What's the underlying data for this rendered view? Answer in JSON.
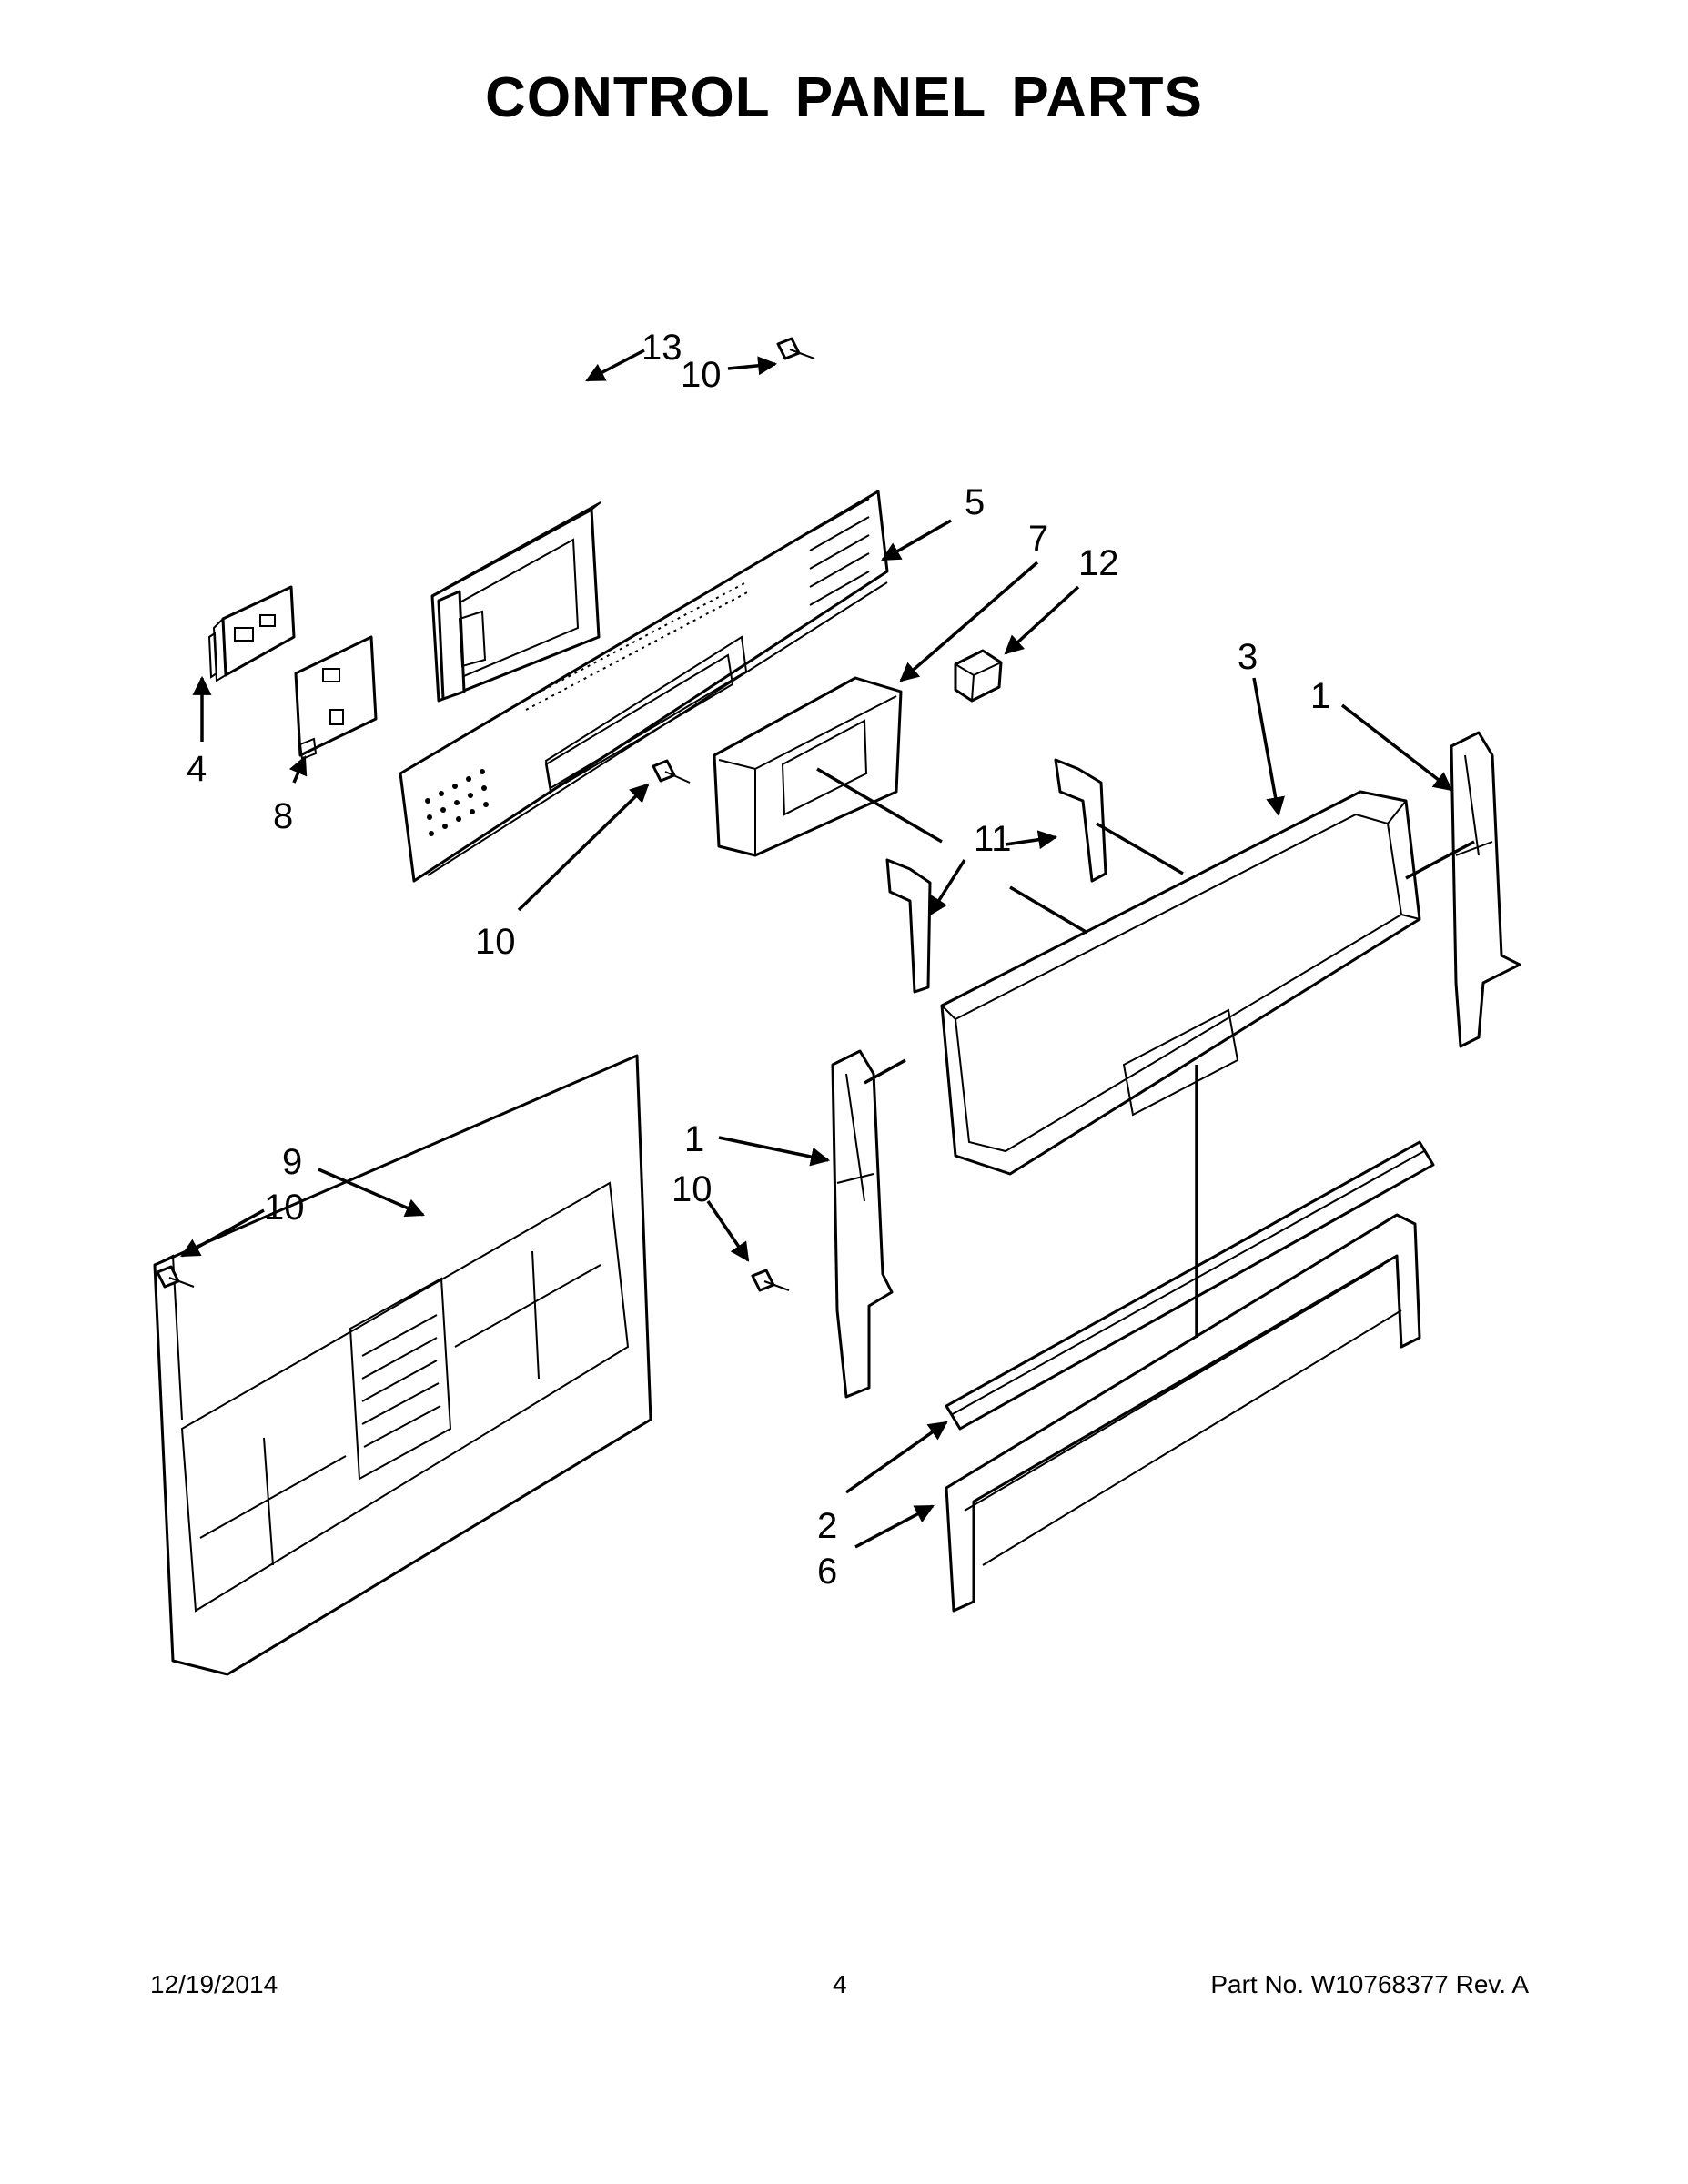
{
  "page": {
    "title": "CONTROL PANEL PARTS",
    "footer_date": "12/19/2014",
    "footer_page": "4",
    "footer_part": "Part No.  W10768377   Rev.  A"
  },
  "callouts": {
    "c13": "13",
    "c10_top": "10",
    "c5": "5",
    "c7": "7",
    "c12": "12",
    "c3": "3",
    "c1_right": "1",
    "c4": "4",
    "c8": "8",
    "c10_mid": "10",
    "c11": "11",
    "c1_mid": "1",
    "c9": "9",
    "c10_left": "10",
    "c10_right": "10",
    "c2": "2",
    "c6": "6"
  }
}
